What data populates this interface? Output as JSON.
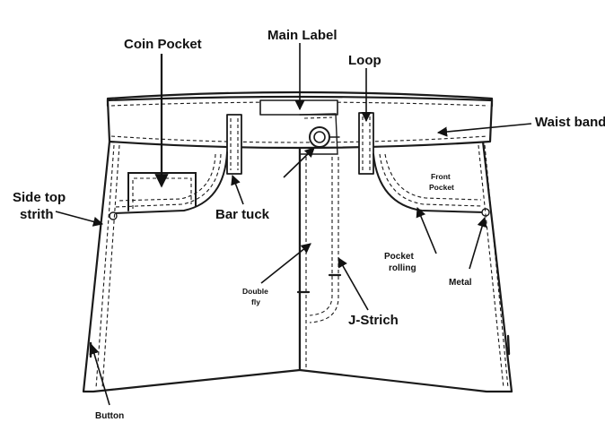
{
  "labels": {
    "coin_pocket": "Coin Pocket",
    "main_label": "Main Label",
    "loop": "Loop",
    "waist_band": "Waist band",
    "side_top_stitch_1": "Side top",
    "side_top_stitch_2": "strith",
    "bar_tuck": "Bar tuck",
    "front_pocket_1": "Front",
    "front_pocket_2": "Pocket",
    "pocket_rolling_1": "Pocket",
    "pocket_rolling_2": "rolling",
    "metal": "Metal",
    "double_fly_1": "Double",
    "double_fly_2": "fly",
    "j_stitch": "J-Strich",
    "button": "Button"
  },
  "colors": {
    "line": "#1a1a1a",
    "background": "#ffffff"
  }
}
